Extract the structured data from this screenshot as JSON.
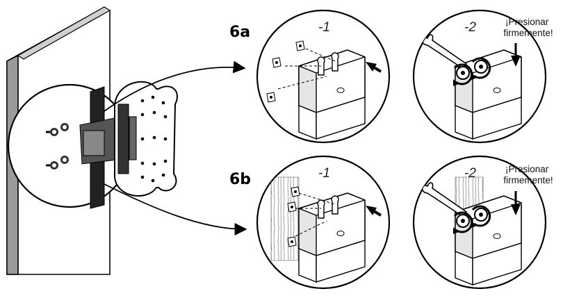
{
  "steps": {
    "a": {
      "label": "6a",
      "sub1": "-1",
      "sub2": "-2",
      "press_line1": "¡Presionar",
      "press_line2": "firmemente!"
    },
    "b": {
      "label": "6b",
      "sub1": "-1",
      "sub2": "-2",
      "press_line1": "¡Presionar",
      "press_line2": "firmemente!"
    }
  },
  "icons": {
    "wall": "wall-panel-icon",
    "bracket": "tv-mount-bracket-icon",
    "screw": "screw-icon",
    "wrench": "wrench-icon",
    "rotate": "rotate-arrow-icon",
    "press": "down-arrow-icon"
  }
}
